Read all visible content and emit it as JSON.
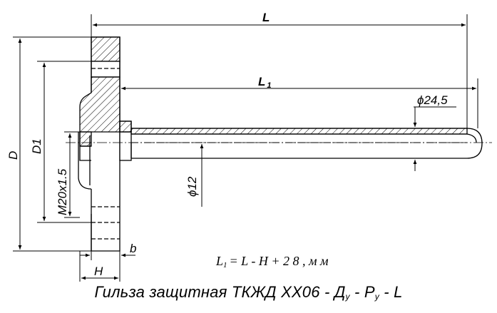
{
  "labels": {
    "L": "L",
    "L1_main": "L",
    "L1_sub": "1",
    "D": "D",
    "D1": "D1",
    "thread": "M20x1.5",
    "outer_diameter": "ϕ24,5",
    "inner_diameter": "ϕ12",
    "b": "b",
    "H": "H"
  },
  "formula": {
    "lhs_main": "L",
    "lhs_sub": "1",
    "rhs": "= L - H + 2 8 ,  м м"
  },
  "caption": {
    "text": "Гильза защитная ТКЖД ХХ06 - Д",
    "sub1": "у",
    "mid": " - Р",
    "sub2": "у",
    "tail": " - L"
  }
}
